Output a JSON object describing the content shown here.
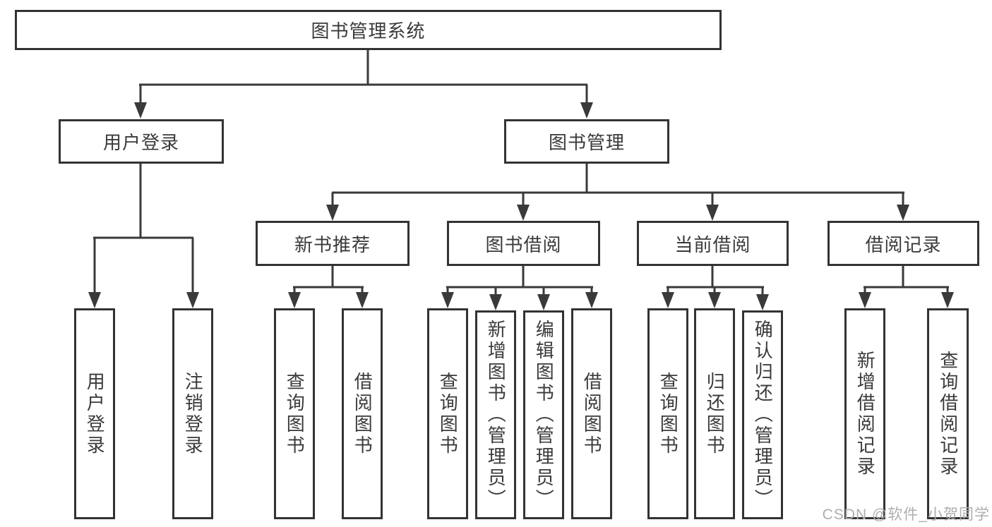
{
  "diagram": {
    "type": "hierarchy-tree",
    "root": {
      "label": "图书管理系统"
    },
    "branches": [
      {
        "label": "用户登录",
        "children": [
          {
            "label": "用户登录"
          },
          {
            "label": "注销登录"
          }
        ]
      },
      {
        "label": "图书管理",
        "children": [
          {
            "label": "新书推荐",
            "children": [
              {
                "label": "查询图书"
              },
              {
                "label": "借阅图书"
              }
            ]
          },
          {
            "label": "图书借阅",
            "children": [
              {
                "label": "查询图书"
              },
              {
                "label": "新增图书（管理员）"
              },
              {
                "label": "编辑图书（管理员）"
              },
              {
                "label": "借阅图书"
              }
            ]
          },
          {
            "label": "当前借阅",
            "children": [
              {
                "label": "查询图书"
              },
              {
                "label": "归还图书"
              },
              {
                "label": "确认归还（管理员）"
              }
            ]
          },
          {
            "label": "借阅记录",
            "children": [
              {
                "label": "新增借阅记录"
              },
              {
                "label": "查询借阅记录"
              }
            ]
          }
        ]
      }
    ],
    "watermark": "CSDN @软件_小贺同学",
    "colors": {
      "line": "#3a3a3a",
      "box_border": "#333333",
      "text": "#3a3a3a",
      "watermark": "#aeaeae",
      "background": "#ffffff"
    }
  }
}
